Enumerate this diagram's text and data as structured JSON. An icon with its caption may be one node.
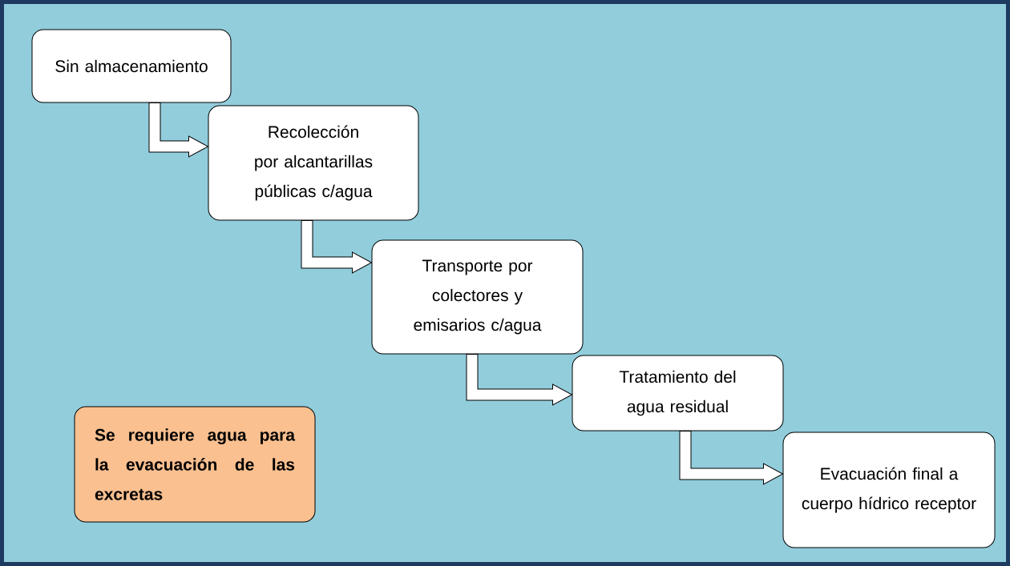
{
  "diagram": {
    "nodes": [
      {
        "text": [
          "Sin almacenamiento"
        ]
      },
      {
        "text": [
          "Recolección por alcantarillas públicas c/agua"
        ]
      },
      {
        "text": [
          "Transporte por colectores y emisarios c/agua"
        ]
      },
      {
        "text": [
          "Tratamiento del agua residual"
        ]
      },
      {
        "text": [
          "Evacuación final a cuerpo hídrico receptor"
        ]
      },
      {
        "text": [
          "Se requiere agua para la evacuación de las excretas"
        ]
      }
    ],
    "edges": [
      {
        "from": 0,
        "to": 1,
        "arrow": "to"
      },
      {
        "from": 1,
        "to": 2,
        "arrow": "to"
      },
      {
        "from": 2,
        "to": 3,
        "arrow": "to"
      },
      {
        "from": 3,
        "to": 4,
        "arrow": "to"
      }
    ]
  }
}
